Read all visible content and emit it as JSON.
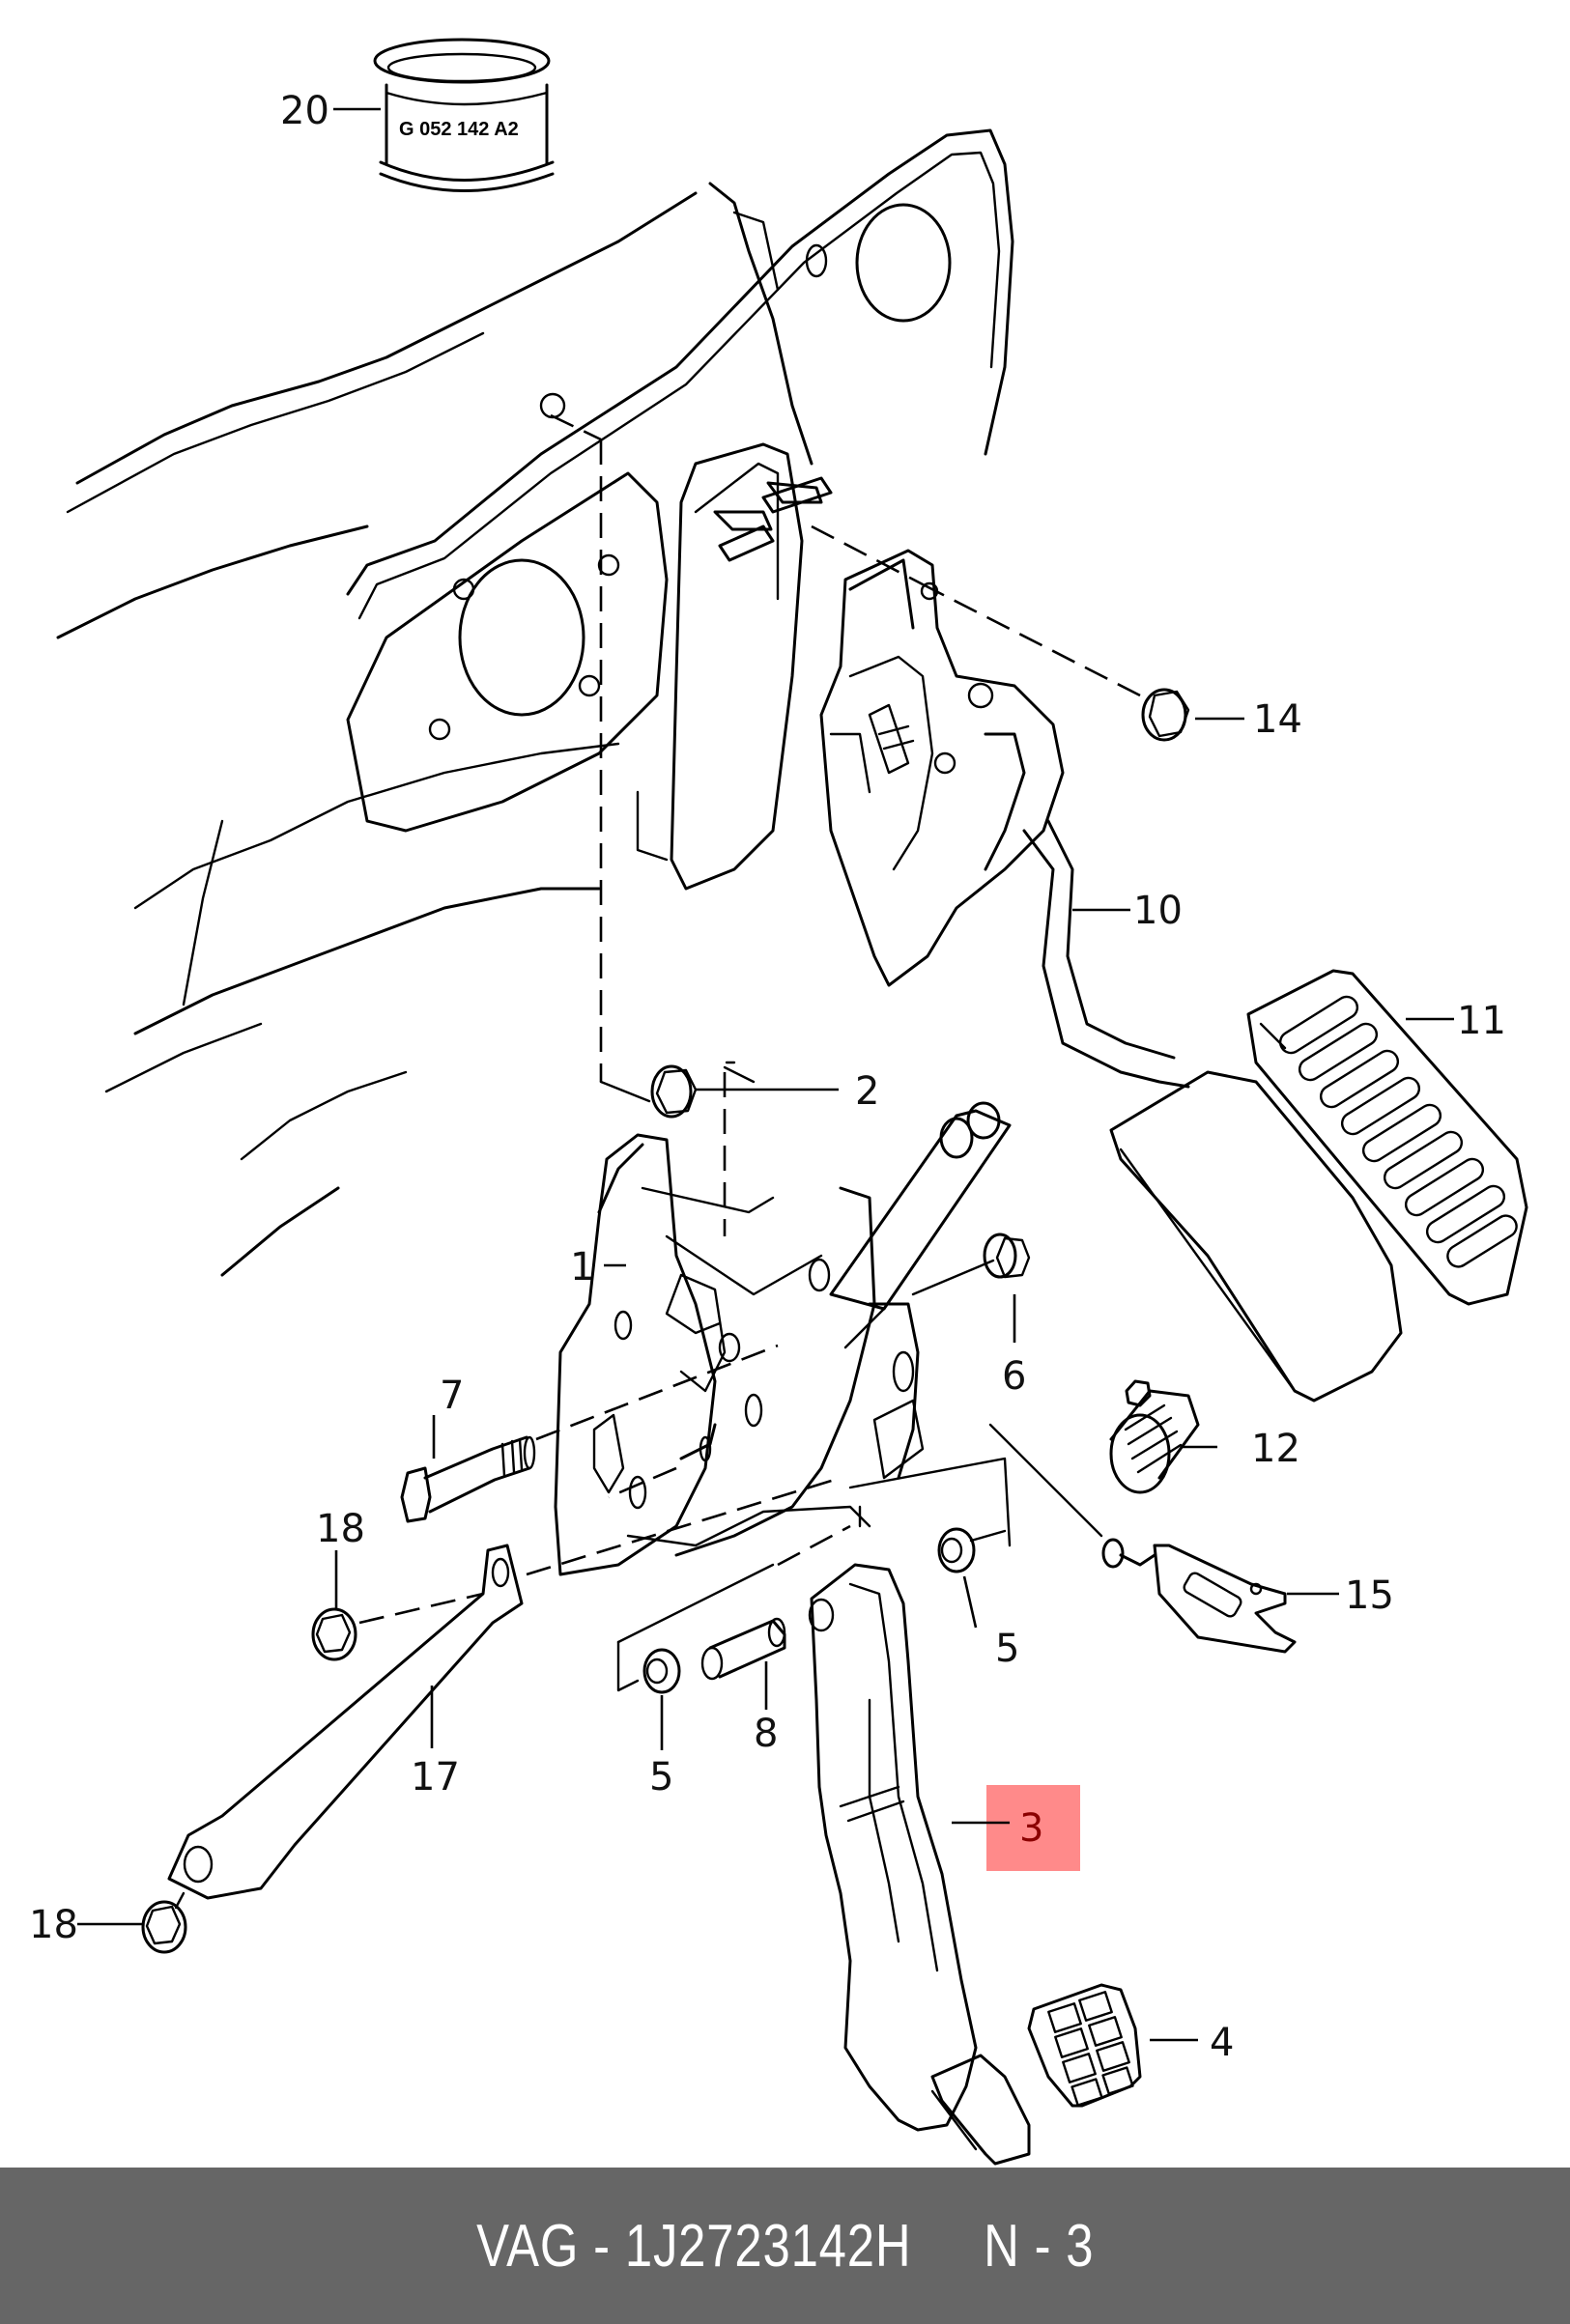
{
  "diagram": {
    "title": "Pedal cluster assembly",
    "ring_part_marking": "G 052 142 A2",
    "highlight_color": "#ff8a8a",
    "callouts": [
      {
        "id": "20",
        "part": "sleeve ring"
      },
      {
        "id": "14",
        "part": "nut"
      },
      {
        "id": "10",
        "part": "accelerator pedal module"
      },
      {
        "id": "11",
        "part": "accelerator pedal pad"
      },
      {
        "id": "2",
        "part": "nut"
      },
      {
        "id": "1",
        "part": "pedal bracket"
      },
      {
        "id": "6",
        "part": "nut"
      },
      {
        "id": "7",
        "part": "bolt"
      },
      {
        "id": "12",
        "part": "stop buffer"
      },
      {
        "id": "18",
        "part": "nut (upper)"
      },
      {
        "id": "15",
        "part": "brake light switch"
      },
      {
        "id": "5",
        "part": "bushing (right)"
      },
      {
        "id": "17",
        "part": "strut"
      },
      {
        "id": "8",
        "part": "sleeve"
      },
      {
        "id": "5",
        "part": "bushing (left)"
      },
      {
        "id": "3",
        "part": "brake pedal",
        "highlighted": true
      },
      {
        "id": "18",
        "part": "nut (lower)"
      },
      {
        "id": "4",
        "part": "brake pedal pad"
      }
    ]
  },
  "footer": {
    "brand": "VAG",
    "separator": " - ",
    "part_number": "1J2723142H",
    "position_label": "N - 3",
    "background_color": "#666666",
    "text_color": "#ffffff"
  },
  "footer_text": "VAG - 1J2723142H     N - 3"
}
